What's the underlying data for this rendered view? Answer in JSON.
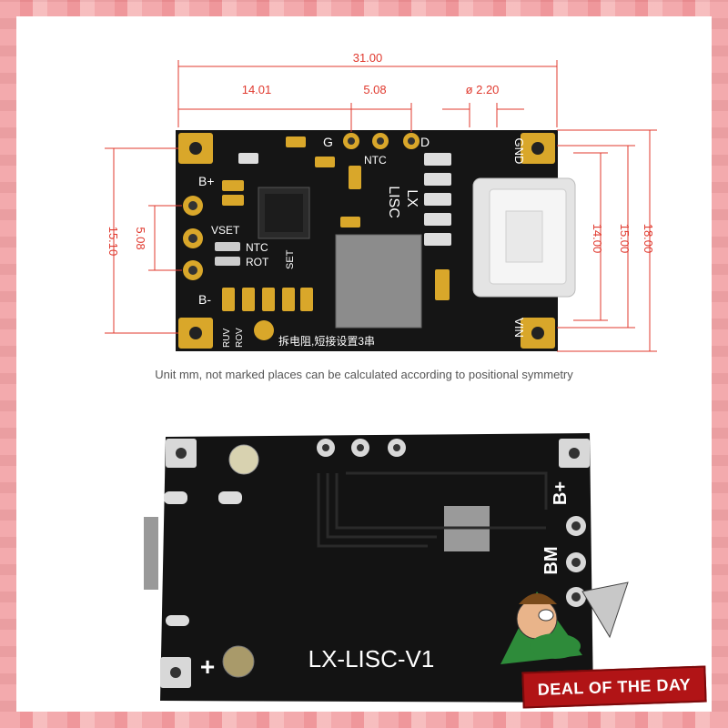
{
  "top_board": {
    "dimensions": {
      "total_width": "31.00",
      "left_section": "14.01",
      "pin_pitch": "5.08",
      "hole_diameter": "ø 2.20",
      "left_height": "15.10",
      "left_pitch": "5.08",
      "port_height": "14.00",
      "right_height_a": "15.00",
      "right_height_b": "18.00"
    },
    "silkscreen": {
      "g": "G",
      "d": "D",
      "ntc_top": "NTC",
      "lx": "LX",
      "lisc": "LISC",
      "gnd": "GND",
      "b_plus": "B+",
      "b_minus": "B-",
      "vset": "VSET",
      "ntc": "NTC",
      "rot": "ROT",
      "set": "SET",
      "ruv": "RUV",
      "rov": "ROV",
      "vin": "VIN",
      "chinese_note": "拆电阻,短接设置3串"
    }
  },
  "caption": "Unit mm, not marked places can be calculated according to positional symmetry",
  "bottom_board": {
    "model": "LX-LISC-V1",
    "b_plus": "B+",
    "bm": "BM",
    "plus": "+"
  },
  "badge": "DEAL OF THE DAY",
  "colors": {
    "pcb": "#151515",
    "gold_pad": "#d9a72a",
    "dimension": "#e0392e",
    "badge": "#b11416"
  }
}
